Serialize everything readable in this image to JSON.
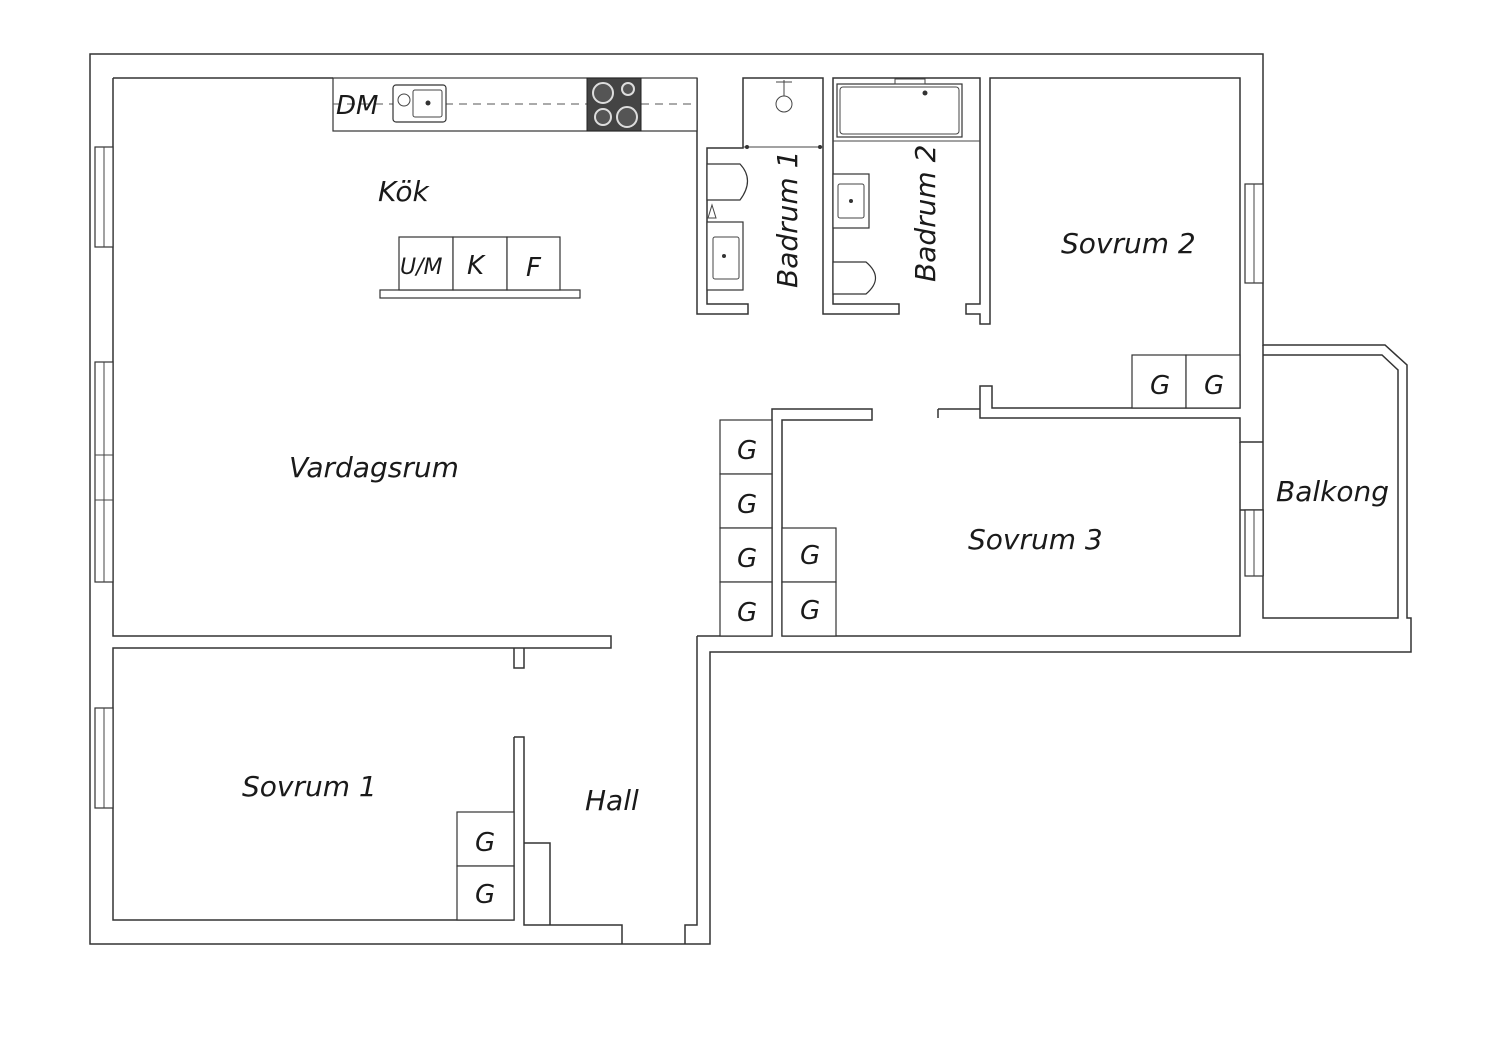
{
  "rooms": {
    "kok": "Kök",
    "vardagsrum": "Vardagsrum",
    "sovrum1": "Sovrum 1",
    "sovrum2": "Sovrum 2",
    "sovrum3": "Sovrum 3",
    "hall": "Hall",
    "badrum1": "Badrum 1",
    "badrum2": "Badrum 2",
    "balkong": "Balkong"
  },
  "fixtures": {
    "dishwasher": "DM",
    "oven_micro": "U/M",
    "fridge": "K",
    "freezer": "F",
    "wardrobe": "G"
  },
  "colors": {
    "wall": "#333333",
    "background": "#ffffff",
    "stove": "#444444"
  }
}
